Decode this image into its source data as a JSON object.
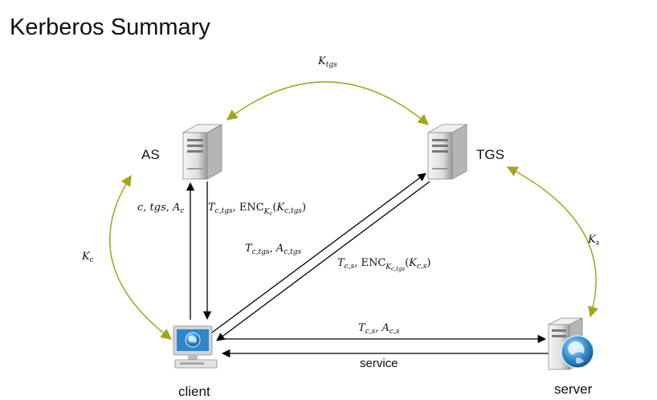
{
  "title": "Kerberos Summary",
  "nodes": {
    "as": "AS",
    "tgs": "TGS",
    "client": "client",
    "server": "server"
  },
  "keys": {
    "k_tgs": {
      "base": "K",
      "sub": "tgs"
    },
    "k_c": {
      "base": "K",
      "sub": "c"
    },
    "k_s": {
      "base": "K",
      "sub": "s"
    }
  },
  "messages": {
    "client_to_as": "c, tgs, A_c",
    "as_to_client": "T_{c,tgs}, ENC_{K_c}(K_{c,tgs})",
    "client_to_tgs": "T_{c,tgs}, A_{c,tgs}",
    "tgs_to_client": "T_{c,s}, ENC_{K_{c,tgs}}(K_{c,s})",
    "client_to_server": "T_{c,s}, A_{c,s}",
    "server_to_client": "service"
  },
  "colors": {
    "key_arrow": "#a3a61c",
    "message_arrow": "#000000",
    "server_body": "#e6e6e6",
    "monitor_screen": "#2f86c9"
  },
  "icons": {
    "as": "server-tower-icon",
    "tgs": "server-tower-icon",
    "client": "desktop-computer-icon",
    "server": "web-server-globe-icon"
  }
}
